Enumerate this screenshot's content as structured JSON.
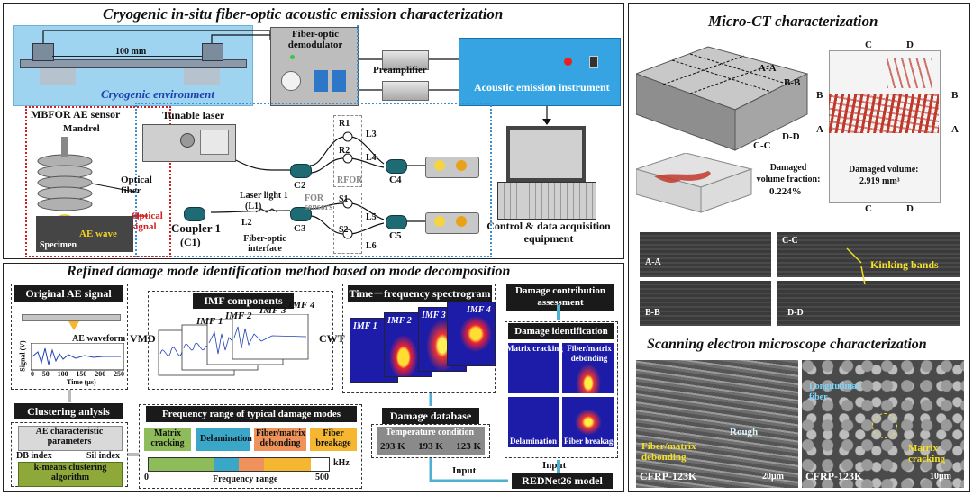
{
  "titles": {
    "main": "Cryogenic in-situ fiber-optic acoustic emission characterization",
    "microct": "Micro-CT characterization",
    "refined": "Refined damage mode identification method based on mode decomposition",
    "sem": "Scanning electron microscope characterization"
  },
  "setup": {
    "distance": "100 mm",
    "cryogenic": "Cryogenic environment",
    "demodulator": "Fiber-optic demodulator",
    "preamplifier": "Preamplifier",
    "ae_instrument": "Acoustic emission instrument",
    "sensor": "MBFOR AE sensor",
    "mandrel": "Mandrel",
    "optical_fiber": "Optical fiber",
    "optical_signal": "Optical signal",
    "specimen": "Specimen",
    "ae_wave": "AE wave",
    "tunable_laser": "Tunable laser",
    "laser_light": "Laser light 1",
    "laser_light_code": "(L1)",
    "coupler1": "Coupler 1",
    "coupler1_code": "(C1)",
    "c2": "C2",
    "c3": "C3",
    "c4": "C4",
    "c5": "C5",
    "r1": "R1",
    "r2": "R2",
    "l3": "L3",
    "l4": "L4",
    "rfor": "RFOR",
    "s1": "S1",
    "s2": "S2",
    "l5": "L5",
    "l6": "L6",
    "for_sensors": "FOR sensors",
    "l2": "L2",
    "interface": "Fiber-optic interface",
    "control": "Control & data acquisition equipment"
  },
  "microct": {
    "aa": "A-A",
    "bb": "B-B",
    "cc": "C-C",
    "dd": "D-D",
    "frac_label": "Damaged volume fraction:",
    "frac_value": "0.224%",
    "vol_label": "Damaged volume:",
    "vol_value": "2.919 mm³",
    "mark_a": "A",
    "mark_b": "B",
    "mark_c": "C",
    "mark_d": "D",
    "kinking": "Kinking bands"
  },
  "refined": {
    "orig_signal": "Original AE signal",
    "ae_waveform": "AE waveform",
    "sig_ylabel": "Signal (V)",
    "sig_xlabel": "Time (μs)",
    "sig_ticks": [
      "0",
      "50",
      "100",
      "150",
      "200",
      "250"
    ],
    "vmd": "VMD",
    "imf_components": "IMF components",
    "imf1": "IMF 1",
    "imf2": "IMF 2",
    "imf3": "IMF 3",
    "imf4": "IMF 4",
    "cwt": "CWT",
    "tfs": "Time－frequency spectrogram",
    "contribution": "Damage contribution assessment",
    "damage_id": "Damage identification",
    "matrix_cracking": "Matrix cracking",
    "fiber_matrix_debonding": "Fiber/matrix debonding",
    "delamination": "Delamination",
    "fiber_breakage": "Fiber breakage",
    "clustering": "Clustering anlysis",
    "ae_params": "AE characteristic parameters",
    "db_index": "DB index",
    "sil_index": "Sil index",
    "kmeans": "k-means clustering algorithm",
    "freq_range_title": "Frequency range of typical damage modes",
    "freq_unit": "kHz",
    "freq_axis_label": "Frequency range",
    "freq_min": "0",
    "freq_max": "500",
    "mode_matrix": "Matrix cracking",
    "mode_delam": "Delamination",
    "mode_debond": "Fiber/matrix debonding",
    "mode_breakage": "Fiber breakage",
    "damage_db": "Damage database",
    "temp_cond": "Temperature condition",
    "temp1": "293 K",
    "temp2": "193 K",
    "temp3": "123 K",
    "input1": "Input",
    "input2": "Input",
    "model": "REDNet26 model"
  },
  "sem": {
    "rough": "Rough",
    "debond": "Fiber/matrix debonding",
    "longitudinal": "Longitudinal fiber",
    "matrix_cracking": "Matrix cracking",
    "label_left": "CFRP-123K",
    "label_right": "CFRP-123K",
    "scale_left": "20μm",
    "scale_right": "10μm"
  },
  "colors": {
    "matrix": "#8fbc5a",
    "delamination": "#3aa6c8",
    "debonding": "#f0935a",
    "breakage": "#f5b731",
    "cryo": "#9ed4f0",
    "damage": "#c0392b",
    "dotted_blue": "#3a8fd0",
    "dotted_red": "#d02020"
  }
}
